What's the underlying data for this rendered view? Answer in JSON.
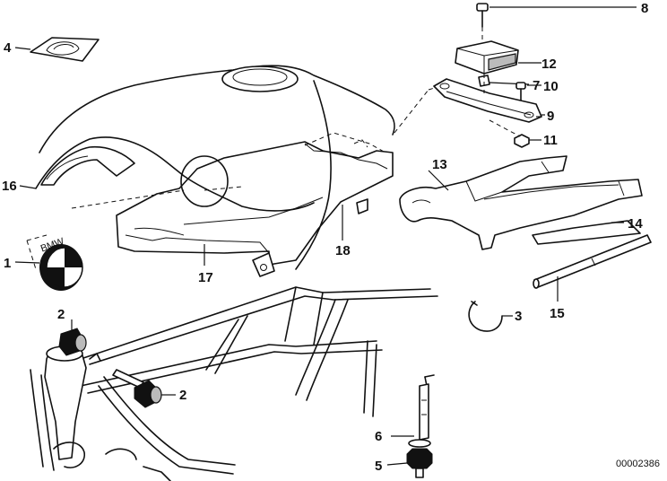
{
  "callouts": [
    {
      "id": "c8",
      "label": "8"
    },
    {
      "id": "c4",
      "label": "4"
    },
    {
      "id": "c12",
      "label": "12"
    },
    {
      "id": "c7",
      "label": "7"
    },
    {
      "id": "c10",
      "label": "10"
    },
    {
      "id": "c9",
      "label": "9"
    },
    {
      "id": "c11",
      "label": "11"
    },
    {
      "id": "c16",
      "label": "16"
    },
    {
      "id": "c13",
      "label": "13"
    },
    {
      "id": "c14",
      "label": "14"
    },
    {
      "id": "c1",
      "label": "1"
    },
    {
      "id": "c18",
      "label": "18"
    },
    {
      "id": "c17",
      "label": "17"
    },
    {
      "id": "c15",
      "label": "15"
    },
    {
      "id": "c3",
      "label": "3"
    },
    {
      "id": "c2a",
      "label": "2"
    },
    {
      "id": "c2b",
      "label": "2"
    },
    {
      "id": "c6",
      "label": "6"
    },
    {
      "id": "c5",
      "label": "5"
    }
  ],
  "emblem_letters": "BMW",
  "drawing_number": "00002386"
}
